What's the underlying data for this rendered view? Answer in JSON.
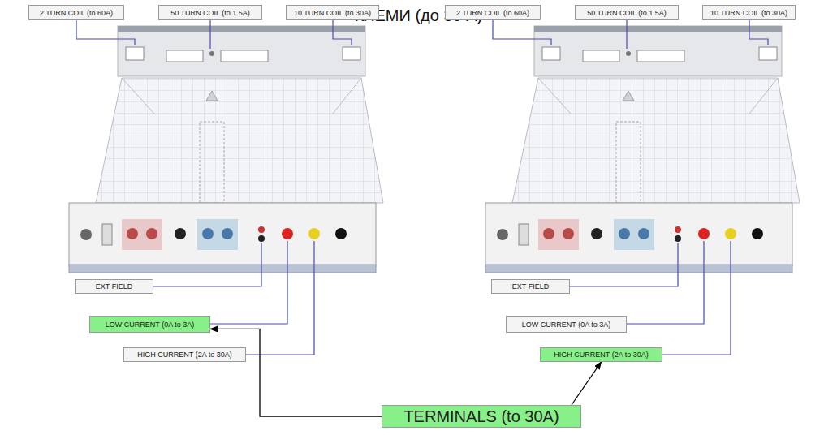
{
  "diagram": {
    "title": "КЛЕМИ (до 30 А)",
    "nodes": [
      {
        "text": [
          "2 TURN COIL (to 60A)"
        ]
      },
      {
        "text": [
          "50 TURN COIL (to 1.5A)"
        ]
      },
      {
        "text": [
          "10 TURN COIL (to 30A)"
        ]
      },
      {
        "text": [
          "2 TURN COIL (to 60A)"
        ]
      },
      {
        "text": [
          "50 TURN COIL (to 1.5A)"
        ]
      },
      {
        "text": [
          "10 TURN COIL (to 30A)"
        ]
      },
      {
        "text": [
          "EXT FIELD"
        ]
      },
      {
        "text": [
          "LOW CURRENT (0A to 3A)"
        ]
      },
      {
        "text": [
          "HIGH CURRENT (2A to 30A)"
        ]
      },
      {
        "text": [
          "EXT FIELD"
        ]
      },
      {
        "text": [
          "LOW CURRENT (0A to 3A)"
        ]
      },
      {
        "text": [
          "HIGH CURRENT (2A to 30A)"
        ]
      },
      {
        "text": [
          "TERMINALS (to 30A)"
        ]
      }
    ],
    "edges": [
      {
        "from": 12,
        "to": 7,
        "arrow": "to"
      },
      {
        "from": 12,
        "to": 11,
        "arrow": "to"
      }
    ]
  }
}
